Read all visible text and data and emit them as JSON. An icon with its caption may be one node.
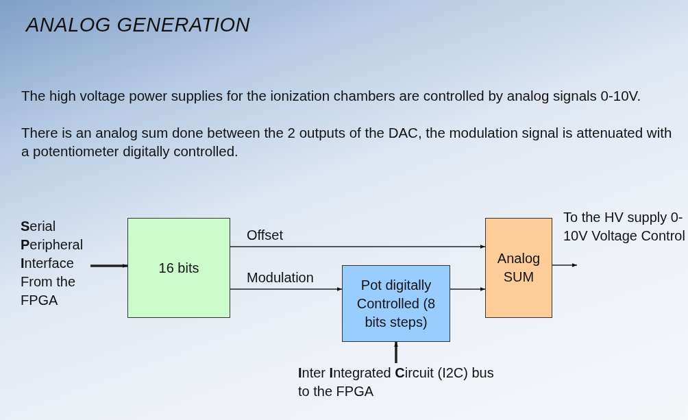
{
  "diagram": {
    "title": "ANALOG GENERATION",
    "nodes": [
      {
        "text": [
          "**S**erial **P**eripheral **I**nterface From the FPGA"
        ]
      },
      {
        "text": [
          "16 bits"
        ]
      },
      {
        "text": [
          "Pot digitally Controlled (8 bits steps)"
        ]
      },
      {
        "text": [
          "Analog SUM"
        ],
        "beside": [
          "To the HV supply 0-10V Voltage Control"
        ]
      },
      {
        "text": [
          "**I**nter **I**ntegrated **C**ircuit (I2C) bus to the FPGA"
        ]
      }
    ],
    "edges": [
      {
        "from": 0,
        "to": 1,
        "arrow": "to",
        "style": "thick"
      },
      {
        "from": 1,
        "to": 3,
        "arrow": "to",
        "label": "Offset"
      },
      {
        "from": 1,
        "to": 2,
        "arrow": "to",
        "label": "Modulation"
      },
      {
        "from": 2,
        "to": 3,
        "arrow": "to"
      },
      {
        "from": 4,
        "to": 2,
        "arrow": "to",
        "style": "thick"
      },
      {
        "from": 3,
        "to": null,
        "arrow": "to"
      }
    ],
    "labels": [
      "The high voltage power supplies for the ionization chambers are controlled by analog signals 0-10V.",
      "There is an analog sum done between the 2 outputs of the DAC, the modulation signal is attenuated with a potentiometer digitally controlled."
    ]
  }
}
